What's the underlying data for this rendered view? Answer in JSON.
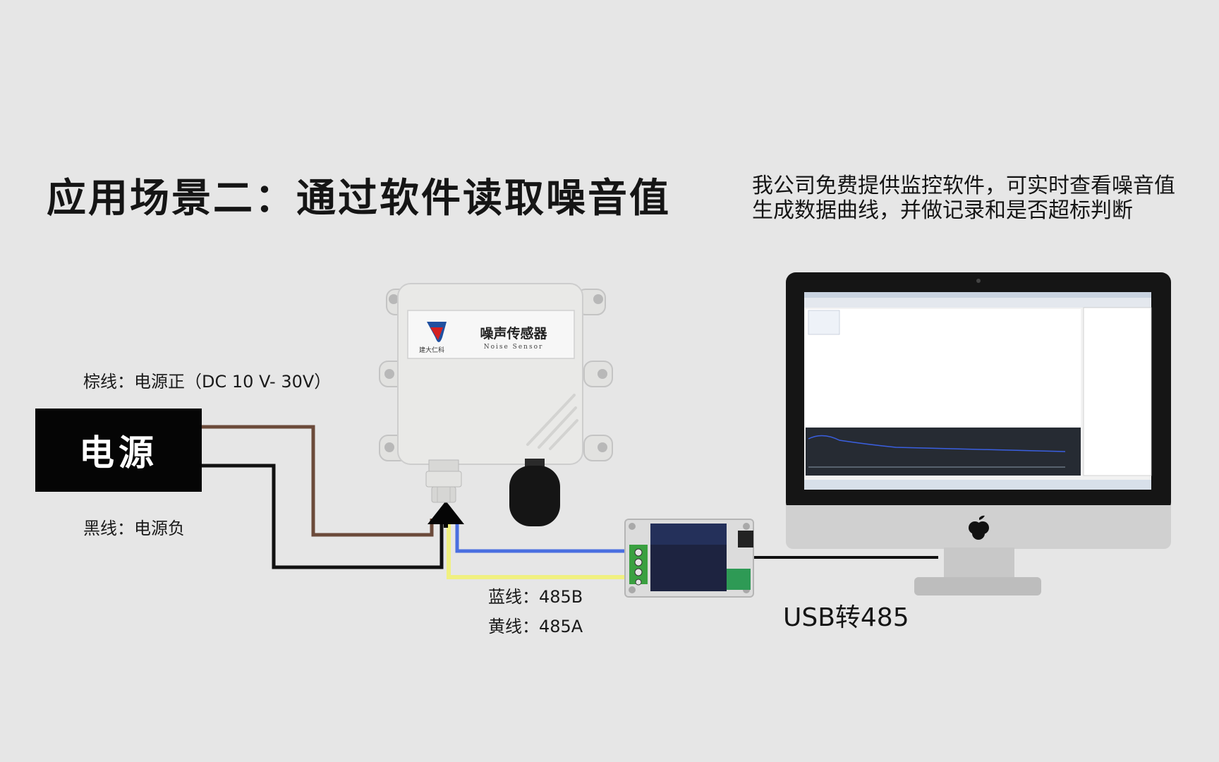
{
  "title": "应用场景二：通过软件读取噪音值",
  "description": {
    "line1": "我公司免费提供监控软件，可实时查看噪音值",
    "line2": "生成数据曲线，并做记录和是否超标判断"
  },
  "power": {
    "label": "电源"
  },
  "wires": {
    "brown": "棕线：电源正（DC 10 V- 30V）",
    "black": "黑线：电源负",
    "blue": "蓝线：485B",
    "yellow": "黄线：485A"
  },
  "sensor": {
    "name": "噪声传感器",
    "name_en": "Noise Sensor",
    "brand": "建大仁科"
  },
  "converter": {
    "caption": "USB转485"
  },
  "colors": {
    "background": "#e6e6e6",
    "brown_wire": "#6b4a3a",
    "black_wire": "#111111",
    "blue_wire": "#4a6fe0",
    "yellow_wire": "#f0f080",
    "brand_red": "#d42020",
    "brand_blue": "#2050a0"
  },
  "icons": {
    "computer": "imac-monitor",
    "logo": "apple-logo"
  }
}
